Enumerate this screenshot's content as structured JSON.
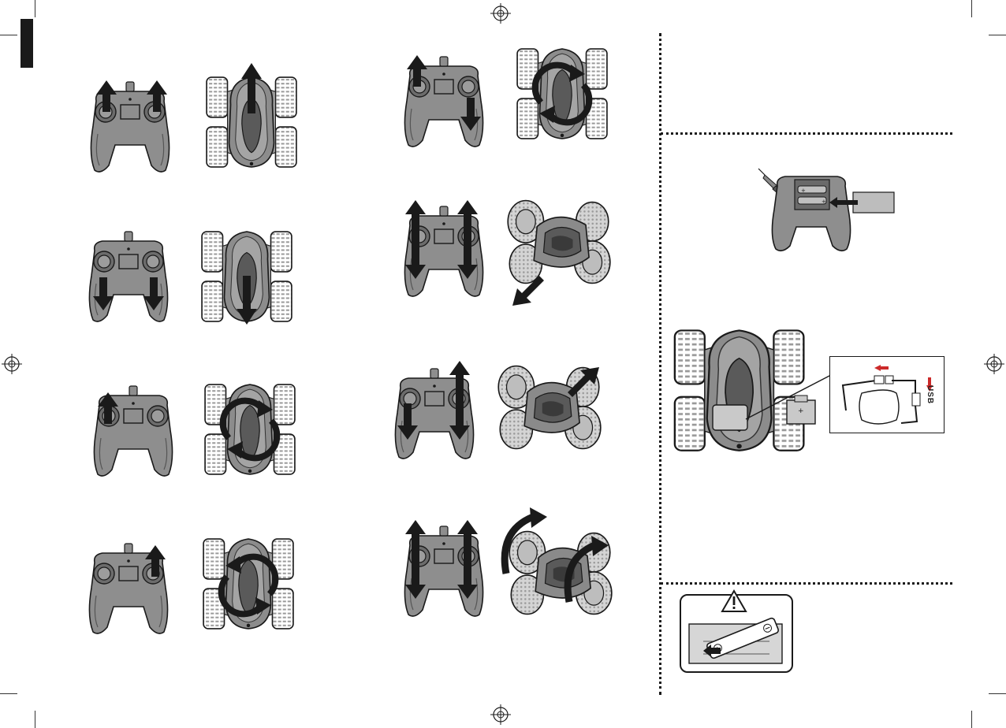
{
  "page": {
    "type": "instruction-manual-page",
    "side_tab_color": "#1a1a1a"
  },
  "colors": {
    "ink": "#1a1a1a",
    "body_grey": "#8a8a8a",
    "light_grey": "#c9c9c9",
    "usb_arrow": "#cc2a2a"
  },
  "usb_inset": {
    "label": "USB"
  },
  "icons": [
    "arrow-up-icon",
    "arrow-down-icon",
    "rotate-cw-icon",
    "rotate-ccw-icon",
    "warning-icon",
    "plus-icon",
    "minus-icon"
  ],
  "steps": [
    {
      "id": "forward",
      "left_stick": "up",
      "right_stick": "up",
      "car_motion": "forward"
    },
    {
      "id": "backward",
      "left_stick": "down",
      "right_stick": "down",
      "car_motion": "backward"
    },
    {
      "id": "spin-right",
      "left_stick": "up",
      "right_stick": "none",
      "car_motion": "rotate-cw"
    },
    {
      "id": "spin-left",
      "left_stick": "none",
      "right_stick": "up",
      "car_motion": "rotate-ccw"
    },
    {
      "id": "pivot",
      "left_stick": "up",
      "right_stick": "down",
      "car_motion": "rotate-cw"
    },
    {
      "id": "diagonal-back",
      "left_stick": "both",
      "right_stick": "both",
      "car_motion": "diagonal-down-left"
    },
    {
      "id": "diagonal-forward",
      "left_stick": "down",
      "right_stick": "both",
      "car_motion": "diagonal-up-right"
    },
    {
      "id": "flip",
      "left_stick": "both",
      "right_stick": "both",
      "car_motion": "flip"
    }
  ]
}
